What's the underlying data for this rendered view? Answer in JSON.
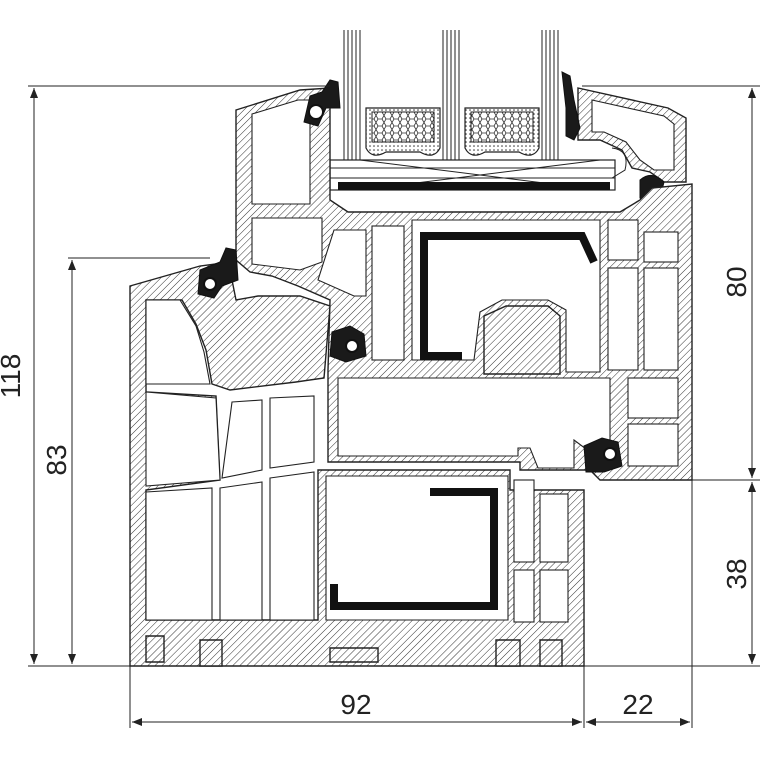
{
  "dimensions": {
    "overall_height": "118",
    "sash_height": "83",
    "upper_height": "80",
    "lower_height": "38",
    "frame_width": "92",
    "offset_width": "22"
  }
}
